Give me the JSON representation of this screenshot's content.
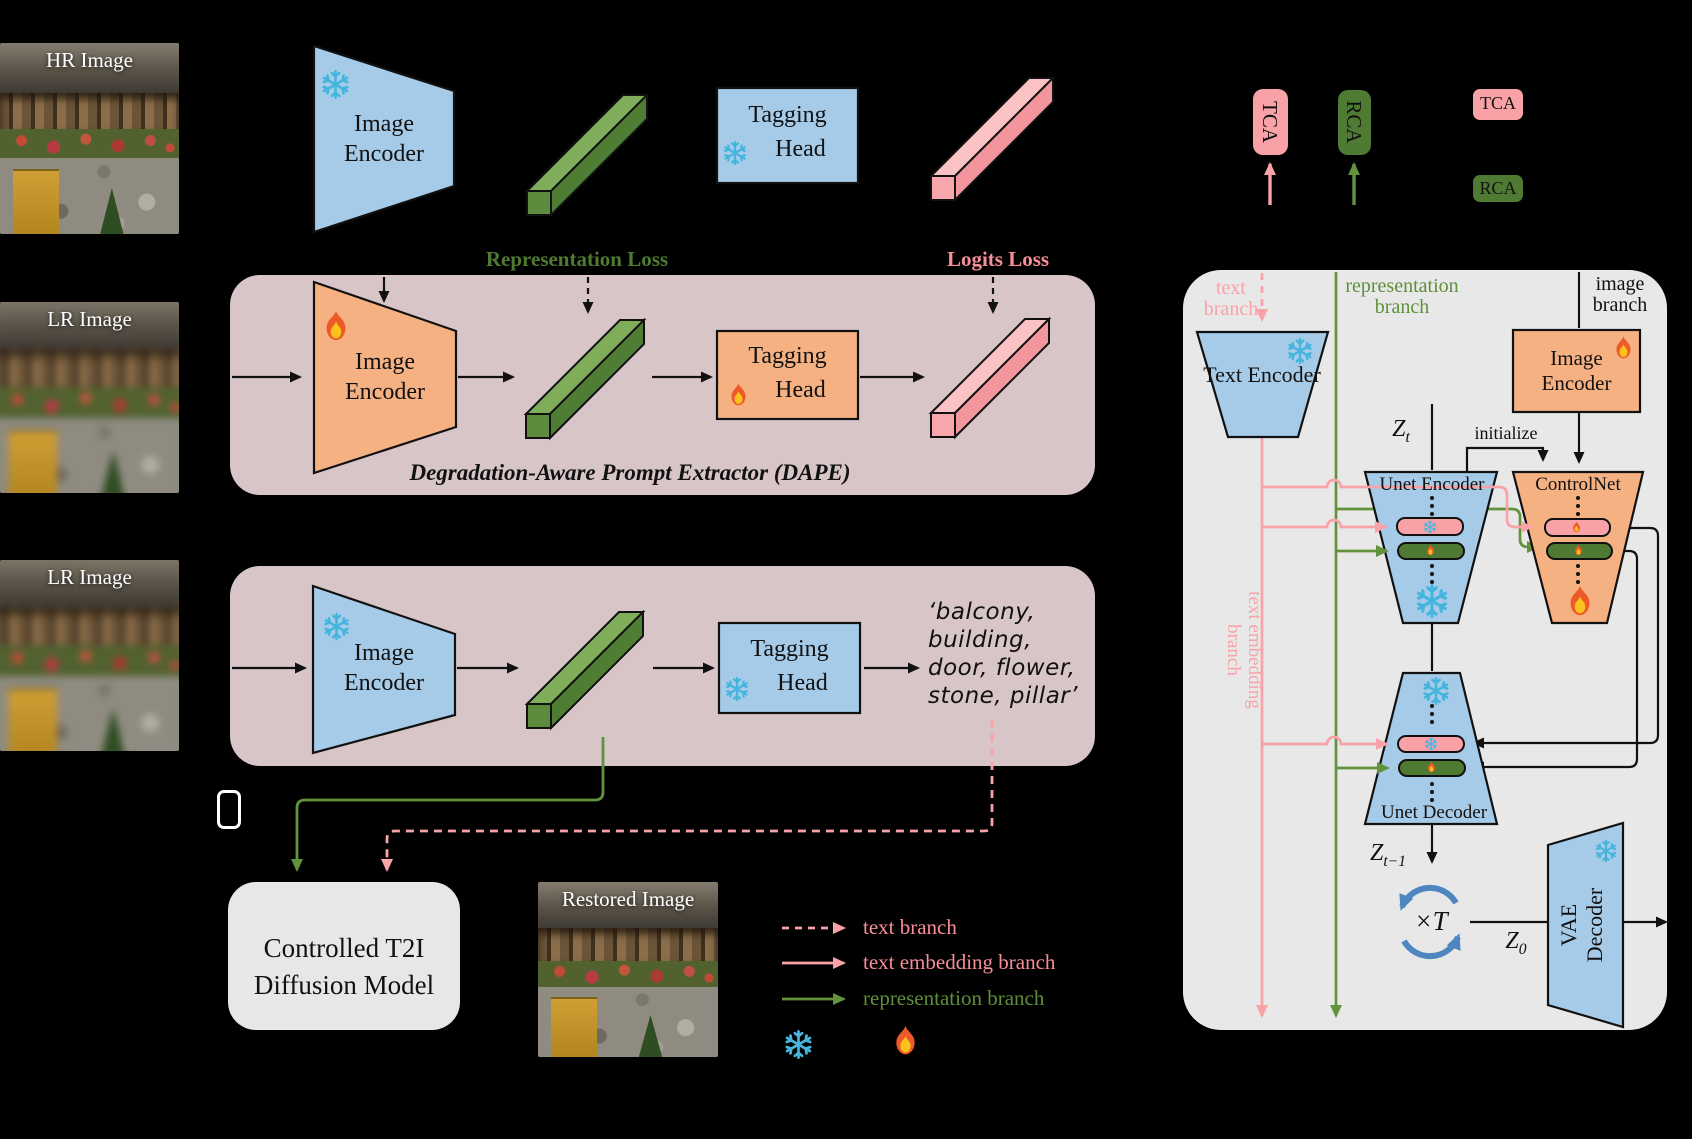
{
  "colors": {
    "background": "#000000",
    "mauve_box": "#d8c5c8",
    "panel_gray": "#e9e8e8",
    "t2i_gray": "#e7e7e7",
    "blue_module": "#a6cbe8",
    "orange_module": "#f6b183",
    "pink_accent": "#f9a3a8",
    "pink_text": "#f78f96",
    "green_dark": "#4e7a33",
    "green_wire": "#63923d",
    "snowflake_blue": "#45b5dd",
    "flame_orange": "#ed5a29"
  },
  "images": {
    "hr_label": "HR Image",
    "lr_label_top": "LR Image",
    "lr_label_bottom": "LR Image",
    "restored_label": "Restored Image"
  },
  "pretrain_row": {
    "image_encoder": "Image Encoder",
    "tagging_head_line1": "Tagging",
    "tagging_head_line2": "Head",
    "representation_loss": "Representation Loss",
    "logits_loss": "Logits Loss"
  },
  "dape": {
    "image_encoder": "Image Encoder",
    "tagging_head_line1": "Tagging",
    "tagging_head_line2": "Head",
    "caption": "Degradation-Aware Prompt Extractor (DAPE)"
  },
  "inference_row": {
    "image_encoder": "Image Encoder",
    "tagging_head_line1": "Tagging",
    "tagging_head_line2": "Head",
    "tags": "‘balcony,\nbuilding,\ndoor, flower,\nstone, pillar’"
  },
  "t2i": {
    "line1": "Controlled T2I",
    "line2": "Diffusion Model"
  },
  "legend": {
    "text_branch": "text branch",
    "text_embedding_branch": "text embedding branch",
    "representation_branch": "representation branch"
  },
  "attention_tags": {
    "tca": "TCA",
    "rca": "RCA"
  },
  "panel": {
    "text_branch": "text branch",
    "representation_branch": "representation branch",
    "image_branch": "image branch",
    "text_embedding_branch": "text embedding branch",
    "text_encoder": "Text Encoder",
    "image_encoder": "Image Encoder",
    "unet_encoder": "Unet Encoder",
    "controlnet": "ControlNet",
    "unet_decoder": "Unet Decoder",
    "vae_decoder": "VAE Decoder",
    "initialize": "initialize",
    "z_base": "Z",
    "z_t_sub": "t",
    "z_t1_sub": "t−1",
    "z_0_sub": "0",
    "times_t": "×T"
  }
}
